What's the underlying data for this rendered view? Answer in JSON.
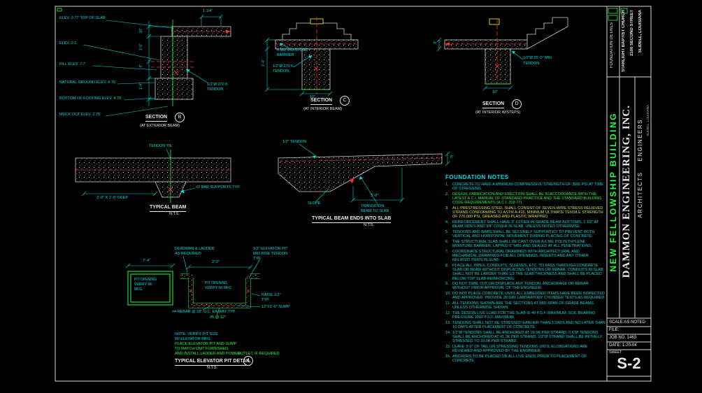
{
  "colors": {
    "background": "#000000",
    "frame": "#d9d9d9",
    "cyan": "#00dede",
    "green": "#21ff3f",
    "red": "#ff3232",
    "yellow": "#ffff3a",
    "white": "#e9e9e9"
  },
  "section_b": {
    "title": "SECTION",
    "bubble": "B",
    "subtitle": "(AT EXTERIOR BEAM)",
    "dim_top": "1 1/4\"",
    "dims": [
      "10\"",
      "1'-0\"",
      "8\"",
      "1'-4\""
    ],
    "elevations": [
      "ELEV. 0.77' TOP OF SLAB",
      "ELEV. 0.1'",
      "FILL ELEV. 7.7'",
      "NATURAL GROUND ELEV. 4.75'",
      "BOTTOM OF FOOTING ELEV. 4.75'",
      "MUCK OUT ELEV. 2.75'"
    ],
    "tendon_label_1": "1/2\"Ø 270 K",
    "tendon_label_2": "TENDON"
  },
  "section_c": {
    "title": "SECTION",
    "bubble": "C",
    "subtitle": "(AT INTERIOR BEAM)",
    "moisture_1": "6 MIL MOISTURE",
    "moisture_2": "BARRIER",
    "tendon_label_1": "1/2\"Ø 270 K",
    "tendon_label_2": "TENDON",
    "dim_left": "1'-4\"",
    "dim_bottom": "10\""
  },
  "section_d": {
    "title": "SECTION",
    "bubble": "D",
    "subtitle": "(AT INTERIOR W/STEPS)",
    "tendon_label_1": "1/2\"Ø 25'-0\" MIN",
    "tendon_label_2": "TENDON",
    "dim_left": "8\"",
    "dim_bottom": "10\""
  },
  "typical_beam": {
    "title": "TYPICAL BEAM",
    "subtitle": "N.T.S.",
    "tendon_tie": "TENDON TIE",
    "bar_supports": "#3 BAR SUPPORTS TYP.",
    "dim": "3'-0\" X 1'-0\" DEEP"
  },
  "beam_ends": {
    "title": "TYPICAL BEAM ENDS INTO SLAB",
    "subtitle": "N.T.S.",
    "tendon": "1/2\" TENDON",
    "slope": "SLOPE",
    "transition_1": "TRANSITION",
    "transition_2": "BEAM TO SLAB",
    "dim": "3'-0\"",
    "dim_right": "8\""
  },
  "elevator_pit": {
    "title": "TYPICAL ELEVATOR PIT DETAIL",
    "bubble": "4",
    "subtitle": "N.T.S.",
    "dim_plan": "7'-4\"",
    "dim_section": "2'-2\"",
    "plan_label_1": "PIT OPENING",
    "plan_label_2": "VERIFY W/",
    "plan_label_3": "MFG",
    "section_label_1": "PIT OPENING",
    "section_label_2": "VERIFY W/ MFG",
    "deadman_1": "DEADMAN & LADDER",
    "deadman_2": "AS REQUIRED",
    "midrise_1": "1/2\" ELEVATOR PIT",
    "midrise_2": "MID RISE TENDON",
    "midrise_3": "TYP.",
    "rebar": "#4 REBAR @ 18\" O.C. EA WAY TYP.",
    "raise_1": "RAISE 1/2\"",
    "raise_2": "TYP.",
    "sump": "12\"X1'-0\" SUMP",
    "bars": "#5 @ 12\"",
    "note_lines": [
      "NOTE: VERIFY PIT SIZE",
      "W/ ELEVATOR MFG.",
      "PLACE ELEVATOR PIT AND SUMP",
      "TO MATCH UNIT FURNISHED,",
      "AND INSTALL LADDER AND POWER",
      "OUTLET, IF REQUIRED"
    ]
  },
  "notes": {
    "title": "FOUNDATION NOTES",
    "items": [
      {
        "num": "1.",
        "text": "CONCRETE TO HAVE A MINIMUM COMPRESSIVE STRENGTH OF 3000 PSI AT TIME OF STRESSING."
      },
      {
        "num": "2.",
        "text": "DESIGN, FABRICATION AND ERECTION SHALL BE IN ACCORDANCE WITH THE LATEST A.C.I. MANUAL OF STANDARD PRACTICE AND THE STANDARD BUILDING CODE REQUIREMENTS (A.C.I. 318-77)."
      },
      {
        "num": "3.",
        "text": "ALL PRESTRESSING STEEL SHALL CONSIST OF SEVEN-WIRE STRESS RELIEVED STRAND CONFORMING TO ASTM A-416, MINIMUM ULTIMATE TENSILE STRENGTH OF 270,000 PSI, GREASED AND PLASTIC WRAPPED."
      },
      {
        "num": "4.",
        "text": "REINFORCEMENT SHALL HAVE 3\" COVER IN GRADE BEAM BOTTOMS, 1 1/2\" AT BEAM SIDES AND 3/4\" COVER IN SLAB, UNLESS NOTED OTHERWISE."
      },
      {
        "num": "5.",
        "text": "TENDONS AND BARS SHALL BE SECURELY SUPPORTED TO PREVENT BOTH VERTICAL AND HORIZONTAL MOVEMENT DURING PLACING OF CONCRETE."
      },
      {
        "num": "6.",
        "text": "THE STRUCTURAL SLAB SHALL BE CAST OVER A 6 MIL POLYETHYLENE MOISTURE BARRIER, LAPPED 6\" MIN. AND SEALED AT ALL PENETRATIONS."
      },
      {
        "num": "7.",
        "text": "COORDINATE STRUCTURAL DRAWINGS WITH ARCHITECTURAL AND MECHANICAL DRAWINGS FOR ALL OPENINGS, INSERTS AND ANY OTHER RELATED ITEMS IN SLAB."
      },
      {
        "num": "8.",
        "text": "PLACE ALL PIPES, CONDUITS, SLEEVES, ETC. TO PASS THROUGH CONCRETE SLAB OR BEAM WITHOUT DISPLACING TENDONS OR REBAR. CONDUITS IN SLAB SHALL NOT BE LARGER THAN 1/3 THE SLAB THICKNESS AND SHALL BE PLACED BELOW TOP SLAB REINFORCING."
      },
      {
        "num": "9.",
        "text": "DO NOT TRIM, CUT OR DISPLACE ANY TENDON, ANCHORAGE OR REBAR WITHOUT PRIOR APPROVAL OF THE ENGINEER."
      },
      {
        "num": "10.",
        "text": "DO NOT PLACE CONCRETE UNTIL ALL EMBEDDED ITEMS HAVE BEEN INSPECTED AND APPROVED. PROVIDE 28 DAY LABORATORY CYLINDER TESTS AS REQUIRED."
      },
      {
        "num": "11.",
        "text": "ALL TENDONS SHOWN ARE THE SECTIONS AT MID-SPAN OF GRADE BEAMS UNLESS OTHERWISE SHOWN."
      },
      {
        "num": "12.",
        "text": "THE DESIGN LIVE LOAD FOR THE SLAB IS 40 P.S.F. MAXIMUM. SOIL BEARING PRESSURE 1500 P.S.F. MAXIMUM."
      },
      {
        "num": "13.",
        "text": "TENDONS SHALL NOT BE STRESSED EARLIER THAN 3 DAYS AND NO LATER THAN 10 DAYS AFTER PLACEMENT OF CONCRETE."
      },
      {
        "num": "14.",
        "text": "1/2\"Ø TENDONS SHALL BE ANCHORED AT 28.9K PER STRAND. 0.6\"Ø TENDONS SHALL BE ANCHORED AT 41.3K PER STRAND. 1/2\"Ø STRAND SHALL BE INITIALLY STRESSED TO 33.0K PER STRAND."
      },
      {
        "num": "15.",
        "text": "LEAVE 3'-0\" OF TAIL ON STRESSING TENDONS UNTIL ELONGATIONS ARE REVIEWED AND APPROVED BY THE ENGINEER."
      },
      {
        "num": "16.",
        "text": "ANCHORS TO BE PLACED ON ALL LIVE ENDS PRIOR TO PLACEMENT OF CONCRETE."
      }
    ]
  },
  "titleblock": {
    "foundation_details": "FOUNDATION DETAILS",
    "client_lines": [
      "STARLIGHT BAPTIST CHURCH",
      "2100 SECOND STREET",
      "SLIDELL, LOUISIANA"
    ],
    "building": "NEW FELLOWSHIP BUILDING",
    "firm": "DAMMON ENGINEERING, INC.",
    "firm_sub": "ARCHITECTS    ENGINEERS",
    "firm_address": "SLIDELL, LOUISIANA",
    "scale": "SCALE:AS NOTED",
    "file": "FILE:",
    "job": "JOB NO. 1463",
    "date": "DATE: 1-20-04",
    "sheet_label": "SHEET",
    "sheet_no": "S-2"
  }
}
